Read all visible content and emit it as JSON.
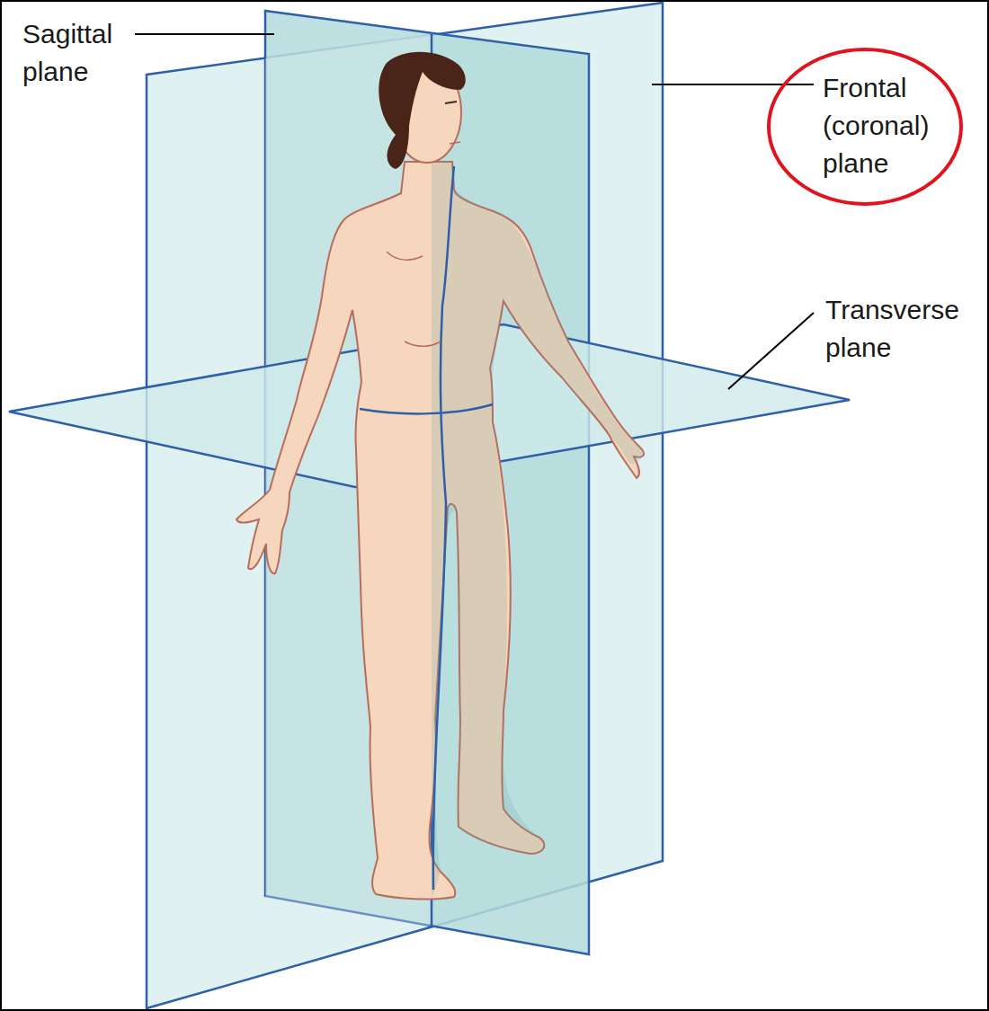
{
  "diagram": {
    "nodes": [
      {
        "text": [
          "Frontal (coronal) plane"
        ]
      }
    ],
    "labels": [
      "Sagittal plane",
      "Transverse plane"
    ]
  }
}
